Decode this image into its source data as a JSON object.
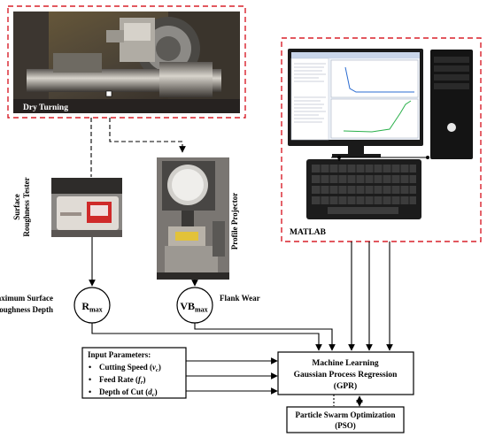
{
  "dry_turning": {
    "label": "Dry Turning"
  },
  "surface_tester": {
    "label_line1": "Surface",
    "label_line2": "Roughness Tester"
  },
  "profile_projector": {
    "label": "Profile Projector"
  },
  "matlab": {
    "label": "MATLAB"
  },
  "rmax": {
    "symbol": "R",
    "subscript": "max",
    "caption_line1": "Maximum Surface",
    "caption_line2": "Roughness Depth"
  },
  "vbmax": {
    "symbol": "VB",
    "subscript": "max",
    "caption": "Flank Wear"
  },
  "input_parameters": {
    "title": "Input Parameters:",
    "items": [
      {
        "text": "Cutting Speed (",
        "var": "v",
        "sub": "c",
        "close": ")"
      },
      {
        "text": "Feed Rate (",
        "var": "f",
        "sub": "r",
        "close": ")"
      },
      {
        "text": "Depth of Cut (",
        "var": "d",
        "sub": "c",
        "close": ")"
      }
    ]
  },
  "ml_box": {
    "line1": "Machine Learning",
    "line2": "Gaussian Process Regression",
    "line3": "(GPR)"
  },
  "pso_box": {
    "line1": "Particle Swarm Optimization",
    "line2": "(PSO)"
  },
  "colors": {
    "dashed_border": "#d8202a",
    "line": "#000000"
  }
}
